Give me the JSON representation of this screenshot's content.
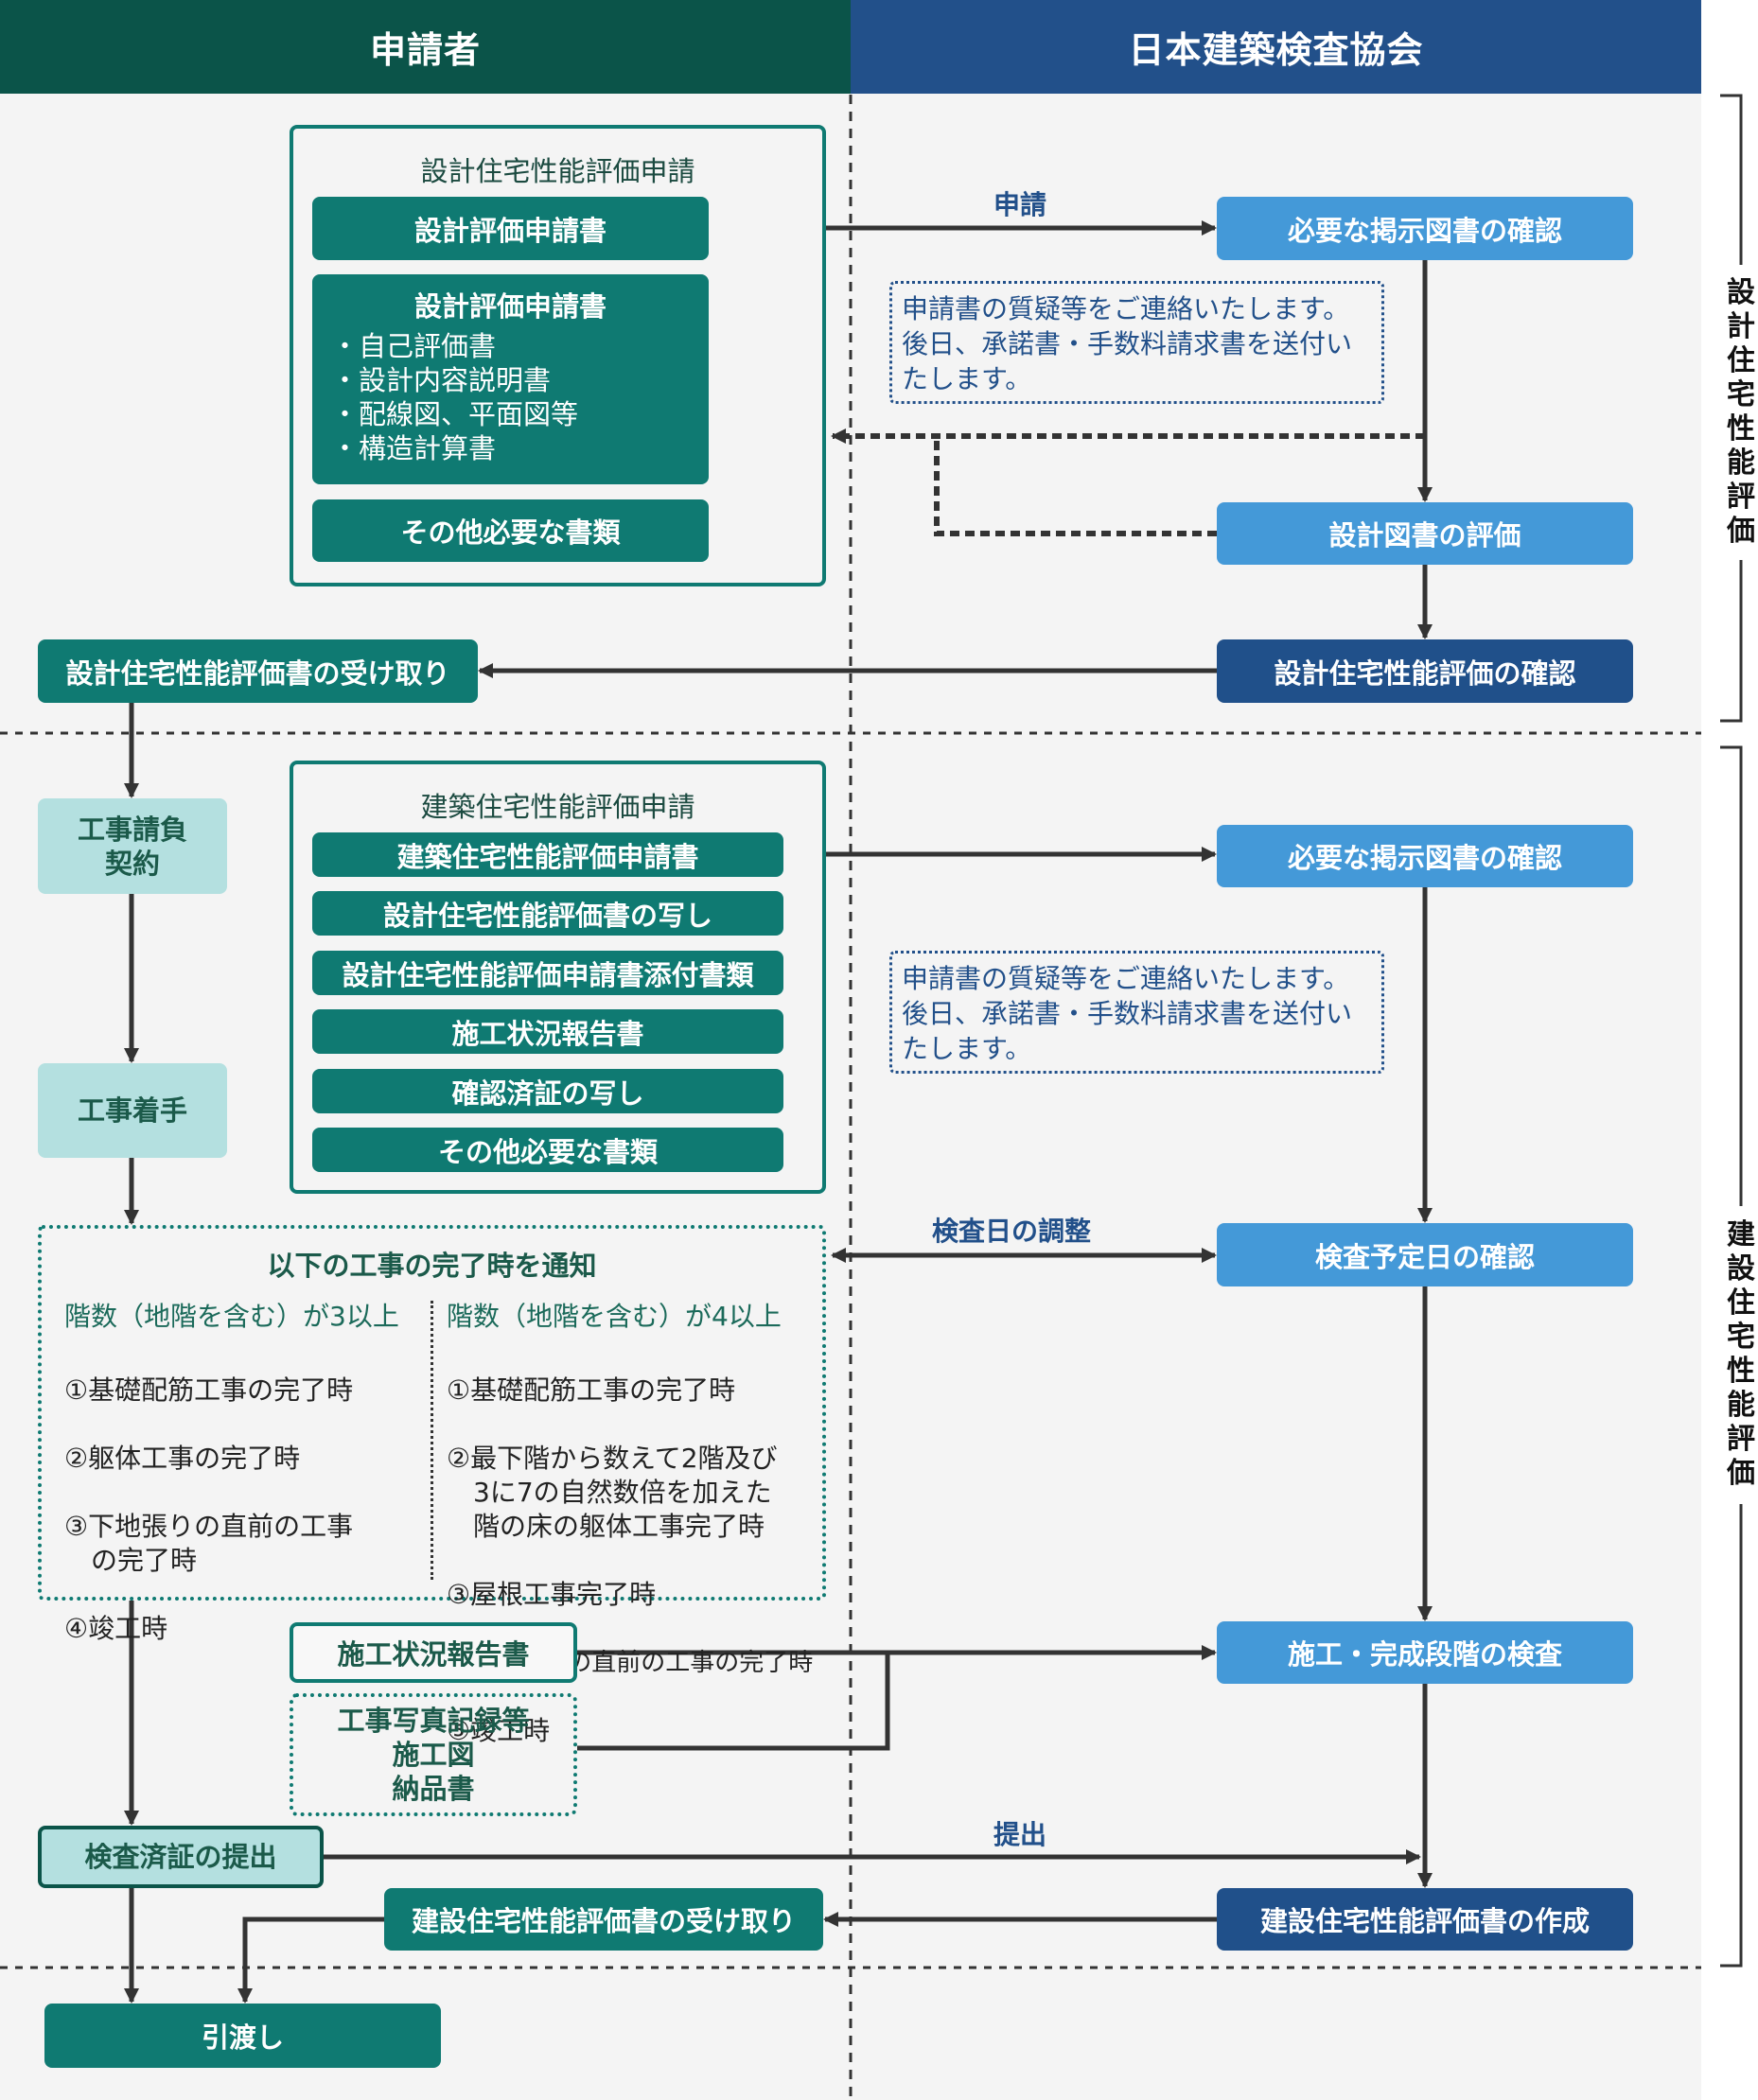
{
  "header": {
    "left_lane": "申請者",
    "right_lane": "日本建築検査協会"
  },
  "phases": {
    "design": "設計住宅性能評価",
    "construction": "建設住宅性能評価"
  },
  "design_phase": {
    "application_group": {
      "title": "設計住宅性能評価申請",
      "doc1": "設計評価申請書",
      "doc2_title": "設計評価申請書",
      "doc2_items": [
        "・自己評価書",
        "・設計内容説明書",
        "・配線図、平面図等",
        "・構造計算書"
      ],
      "doc3": "その他必要な書類"
    },
    "arrow_label_apply": "申請",
    "org_check_docs": "必要な掲示図書の確認",
    "note": "申請書の質疑等をご連絡いたします。後日、承諾書・手数料請求書を送付いたします。",
    "org_evaluate": "設計図書の評価",
    "org_confirm": "設計住宅性能評価の確認",
    "applicant_receive": "設計住宅性能評価書の受け取り"
  },
  "construction_phase": {
    "contract": "工事請負\n契約",
    "start": "工事着手",
    "application_group": {
      "title": "建築住宅性能評価申請",
      "docs": [
        "建築住宅性能評価申請書",
        "設計住宅性能評価書の写し",
        "設計住宅性能評価申請書添付書類",
        "施工状況報告書",
        "確認済証の写し",
        "その他必要な書類"
      ]
    },
    "org_check_docs": "必要な掲示図書の確認",
    "note": "申請書の質疑等をご連絡いたします。後日、承諾書・手数料請求書を送付いたします。",
    "arrow_label_schedule": "検査日の調整",
    "org_schedule": "検査予定日の確認",
    "notify": {
      "title": "以下の工事の完了時を通知",
      "col1_head": "階数（地階を含む）が3以上",
      "col1_items": [
        "①基礎配筋工事の完了時",
        "②躯体工事の完了時",
        "③下地張りの直前の工事\n　の完了時",
        "④竣工時"
      ],
      "col2_head": "階数（地階を含む）が4以上",
      "col2_items": [
        "①基礎配筋工事の完了時",
        "②最下階から数えて2階及び\n　3に7の自然数倍を加えた\n　階の床の躯体工事完了時",
        "③屋根工事完了時",
        "④下地張りの直前の工事の完了時",
        "⑤竣工時"
      ]
    },
    "report": "施工状況報告書",
    "records": "工事写真記録等\n施工図\n納品書",
    "org_inspect": "施工・完成段階の検査",
    "submit_cert": "検査済証の提出",
    "arrow_label_submit": "提出",
    "org_create": "建設住宅性能評価書の作成",
    "applicant_receive": "建設住宅性能評価書の受け取り",
    "handover": "引渡し"
  },
  "colors": {
    "applicant_header": "#0b5449",
    "org_header": "#22508a",
    "teal": "#0f7a72",
    "light_teal": "#b4e0e0",
    "light_blue": "#4499d8",
    "dark_blue": "#20508a",
    "arrow": "#333333"
  }
}
